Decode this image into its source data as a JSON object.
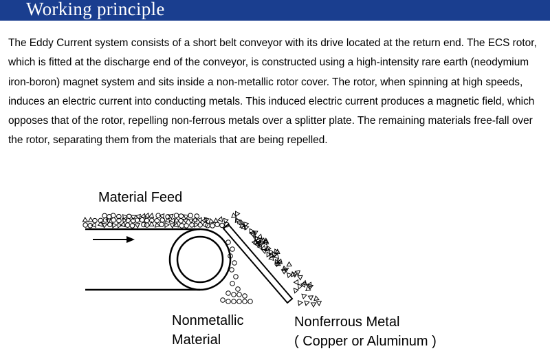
{
  "header": {
    "title": "Working principle",
    "bar_color": "#1a3e8f"
  },
  "description": {
    "text": "The Eddy Current system consists of a short belt conveyor with its drive located at the return end. The ECS rotor, which is fitted at the discharge end of the conveyor, is constructed using a high-intensity rare earth (neodymium iron-boron) magnet system and sits inside a non-metallic rotor cover. The rotor, when spinning at high speeds, induces an electric current into conducting metals. This induced electric current produces a magnetic field, which opposes that of the rotor, repelling non-ferrous metals over a splitter plate. The remaining materials free-fall over the rotor, separating them from the materials that are being repelled."
  },
  "diagram": {
    "labels": {
      "material_feed": "Material Feed",
      "nonmetallic_line1": "Nonmetallic",
      "nonmetallic_line2": "Material",
      "nonferrous_line1": "Nonferrous Metal",
      "nonferrous_line2": "( Copper or Aluminum )"
    },
    "icons": {
      "feed_arrow": "arrow-right-icon",
      "rotor": "rotor-icon",
      "splitter": "splitter-plate-icon"
    }
  }
}
